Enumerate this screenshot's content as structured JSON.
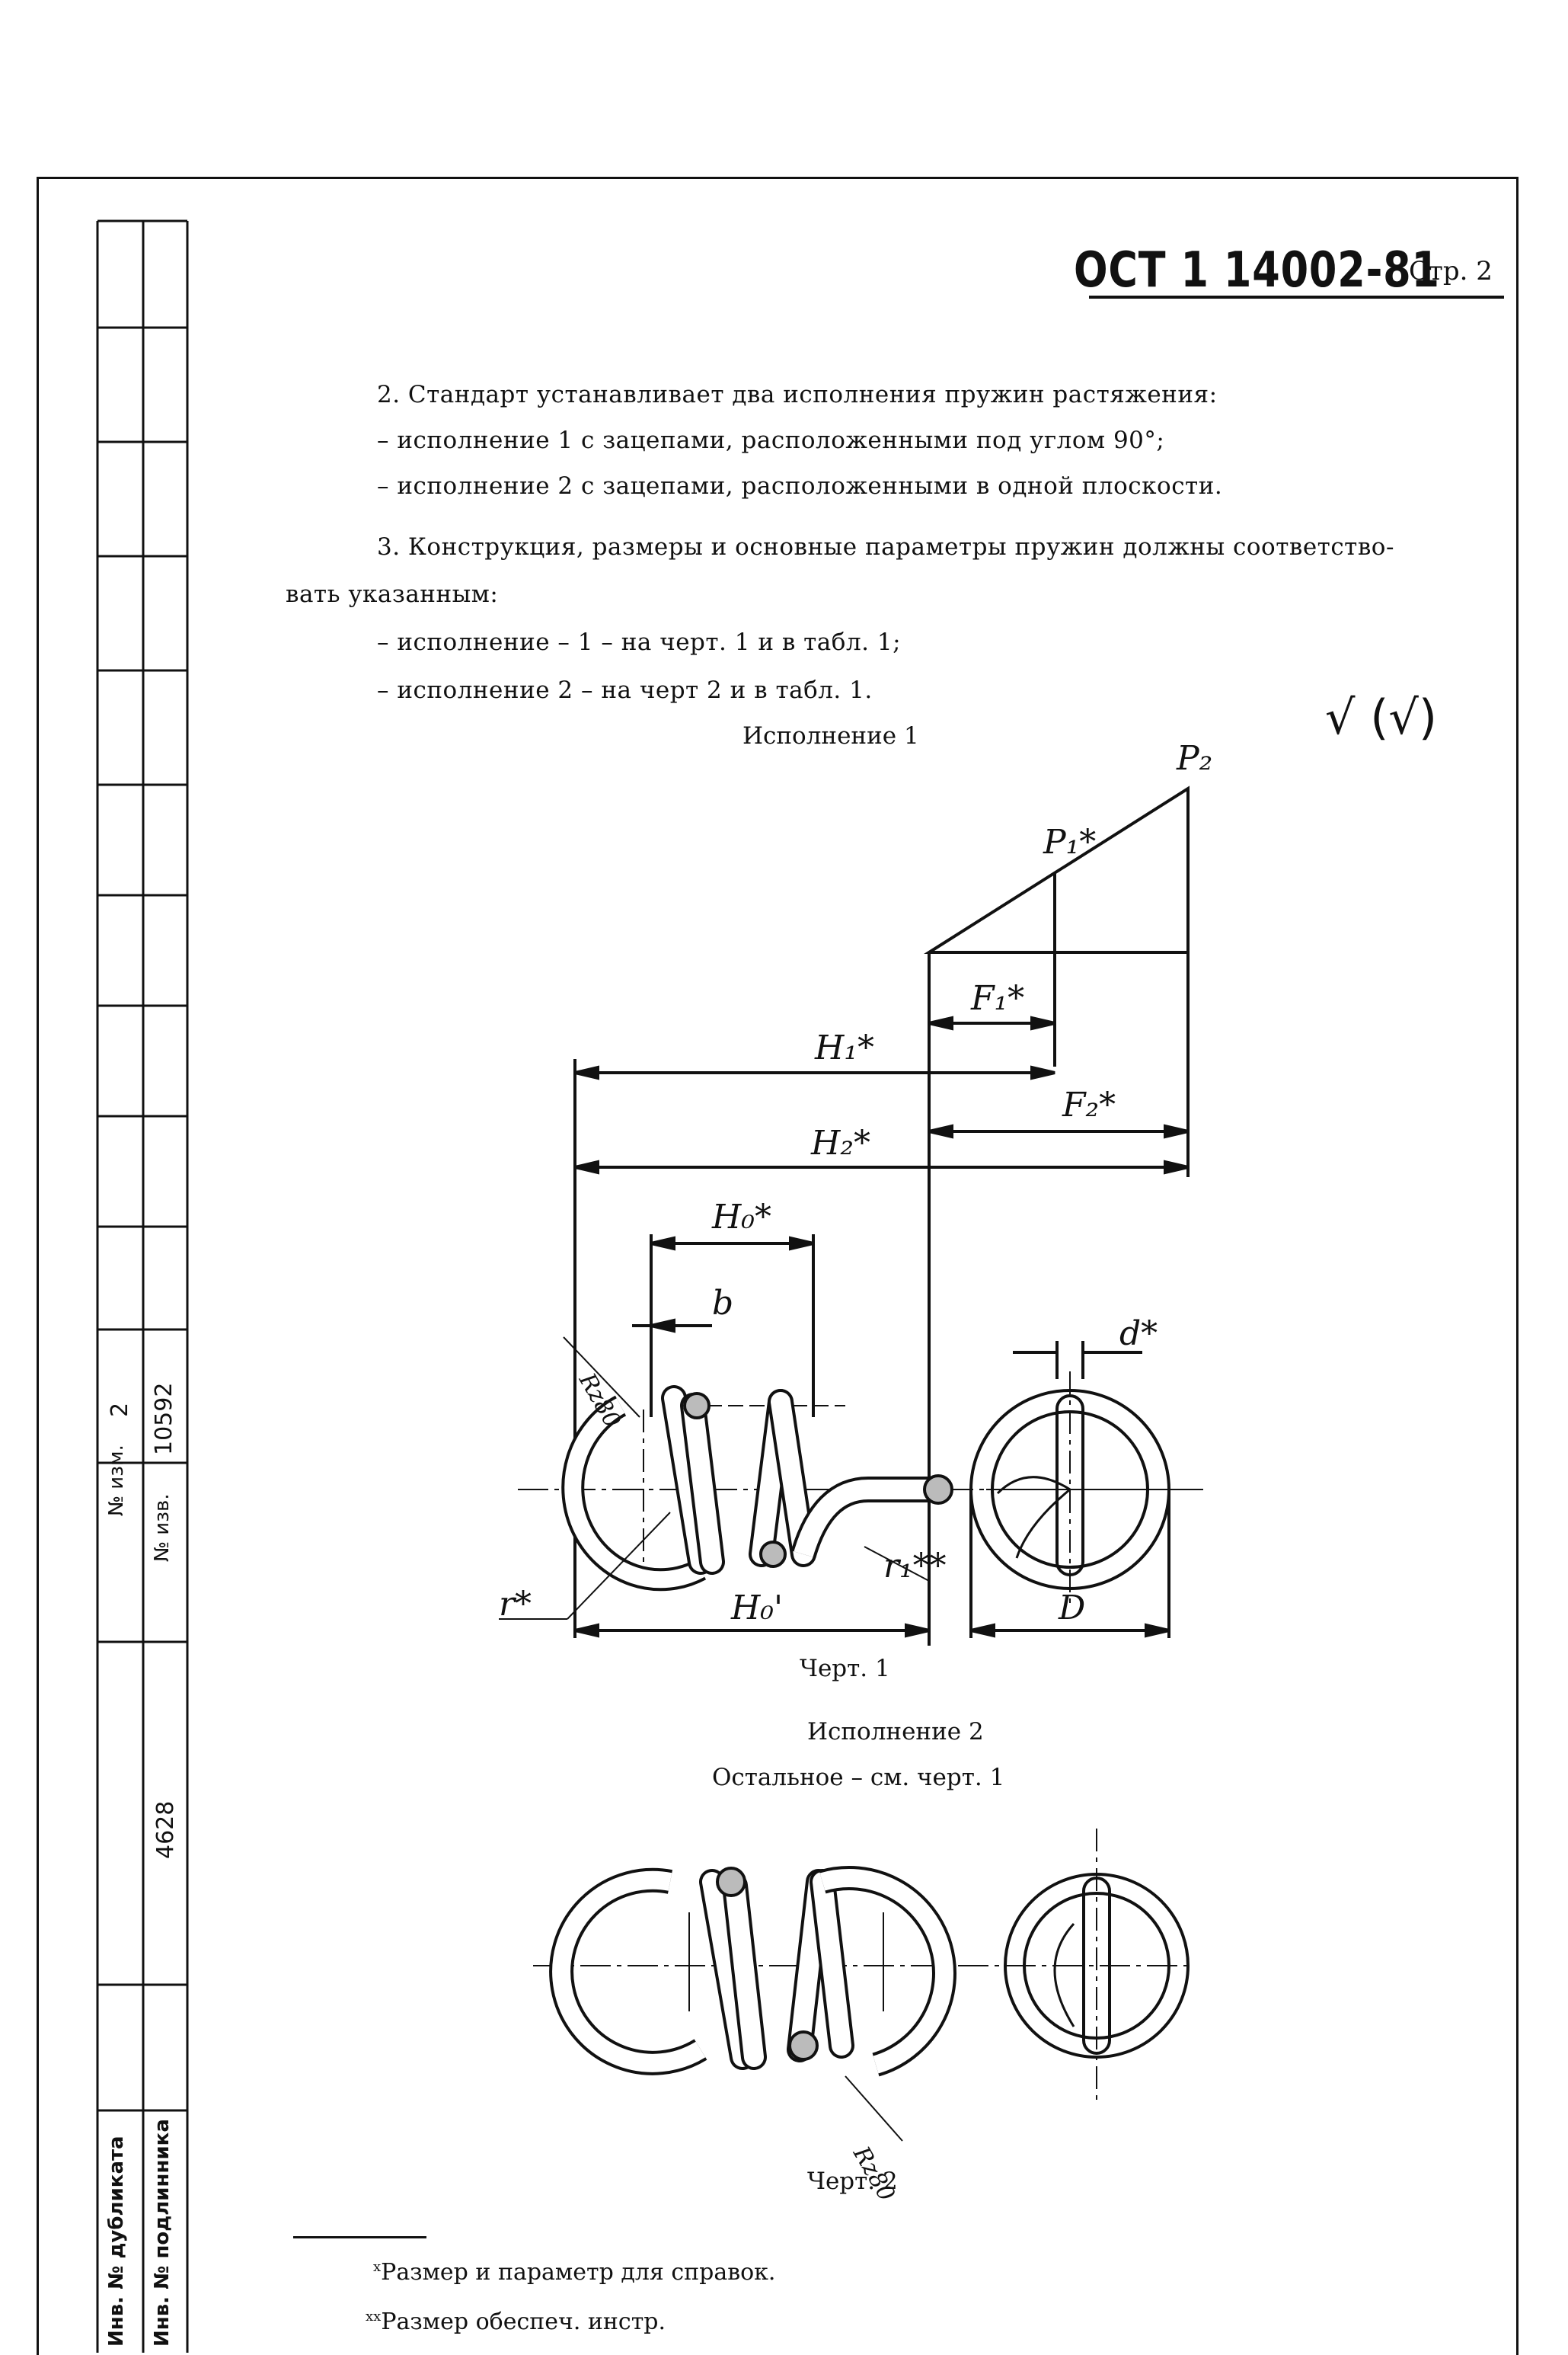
{
  "header": {
    "standard": "ОСТ 1 14002-81",
    "page_label": "Стр. 2"
  },
  "body": {
    "p1": "2. Стандарт устанавливает два исполнения пружин растяжения:",
    "p1a": "– исполнение 1 с зацепами, расположенными под углом 90°;",
    "p1b": "– исполнение 2 с зацепами, расположенными в одной плоскости.",
    "p2a": "3. Конструкция, размеры и основные параметры пружин должны соответство-",
    "p2b": "вать указанным:",
    "p2c": "– исполнение – 1 – на черт. 1 и в табл. 1;",
    "p2d": "– исполнение 2 – на черт 2 и в табл. 1."
  },
  "surface_mark": "√ (√)",
  "fig1": {
    "title": "Исполнение 1",
    "caption": "Черт. 1",
    "labels": {
      "p2": "P₂",
      "p1": "P₁*",
      "f1": "F₁*",
      "f2": "F₂*",
      "h1": "H₁*",
      "h2": "H₂*",
      "h0": "H₀*",
      "b": "b",
      "d": "d*",
      "rz": "Rz80",
      "r": "r*",
      "h0p": "H₀'",
      "r1": "r₁**",
      "D": "D"
    }
  },
  "fig2": {
    "title": "Исполнение 2",
    "subtitle": "Остальное – см. черт. 1",
    "caption": "Черт. 2",
    "labels": {
      "rz": "Rz80"
    }
  },
  "sidebar": {
    "izm_label": "№ изм.",
    "izm_value": "2",
    "izv_label": "№ изв.",
    "izv_value": "10592",
    "inv_value": "4628",
    "dub_label": "Инв. № дубликата",
    "podl_label": "Инв. № подлинника"
  },
  "footnotes": {
    "f1": "Размер и параметр для справок.",
    "f2": "Размер обеспеч. инстр.",
    "f1_mark": "x",
    "f2_mark": "xx"
  }
}
